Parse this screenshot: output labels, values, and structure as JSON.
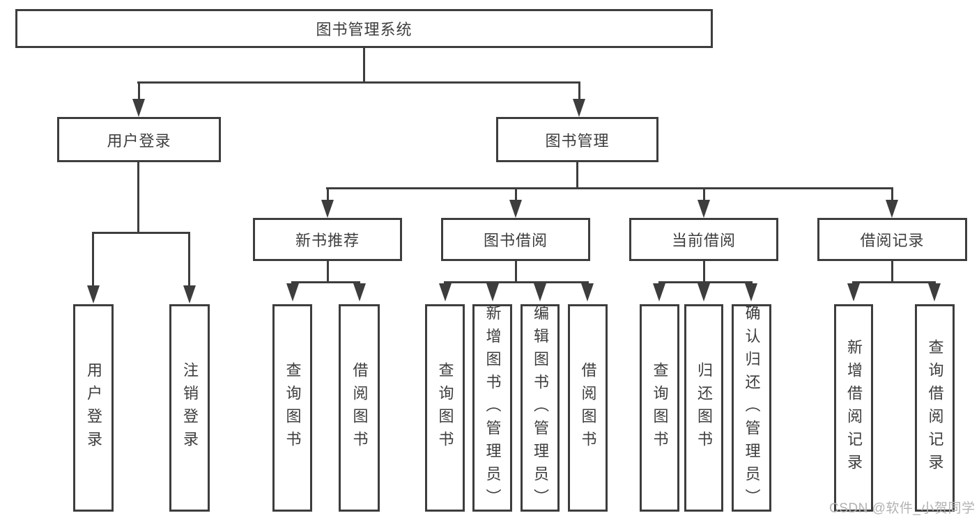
{
  "tree": {
    "root": {
      "id": "library-management-system",
      "label": "图书管理系统"
    },
    "level2": [
      {
        "id": "user-login",
        "label": "用户登录",
        "parent": "library-management-system"
      },
      {
        "id": "book-management",
        "label": "图书管理",
        "parent": "library-management-system"
      }
    ],
    "level3": [
      {
        "id": "new-book-recommendation",
        "label": "新书推荐",
        "parent": "book-management"
      },
      {
        "id": "book-borrowing",
        "label": "图书借阅",
        "parent": "book-management"
      },
      {
        "id": "current-borrowing",
        "label": "当前借阅",
        "parent": "book-management"
      },
      {
        "id": "borrowing-records",
        "label": "借阅记录",
        "parent": "book-management"
      }
    ],
    "leaves": [
      {
        "label": "用户登录",
        "parent": "user-login"
      },
      {
        "label": "注销登录",
        "parent": "user-login"
      },
      {
        "label": "查询图书",
        "parent": "new-book-recommendation"
      },
      {
        "label": "借阅图书",
        "parent": "new-book-recommendation"
      },
      {
        "label": "查询图书",
        "parent": "book-borrowing"
      },
      {
        "label": "新增图书（管理员）",
        "parent": "book-borrowing"
      },
      {
        "label": "编辑图书（管理员）",
        "parent": "book-borrowing"
      },
      {
        "label": "借阅图书",
        "parent": "book-borrowing"
      },
      {
        "label": "查询图书",
        "parent": "current-borrowing"
      },
      {
        "label": "归还图书",
        "parent": "current-borrowing"
      },
      {
        "label": "确认归还（管理员）",
        "parent": "current-borrowing"
      },
      {
        "label": "新增借阅记录",
        "parent": "borrowing-records"
      },
      {
        "label": "查询借阅记录",
        "parent": "borrowing-records"
      }
    ]
  },
  "watermark": {
    "text": "CSDN @软件_小贺同学"
  },
  "colors": {
    "line": "#3d3d3d",
    "text": "#3d3d3d",
    "box_background": "#ffffff",
    "background": "#ffffff",
    "watermark": "#b2b2b2"
  }
}
